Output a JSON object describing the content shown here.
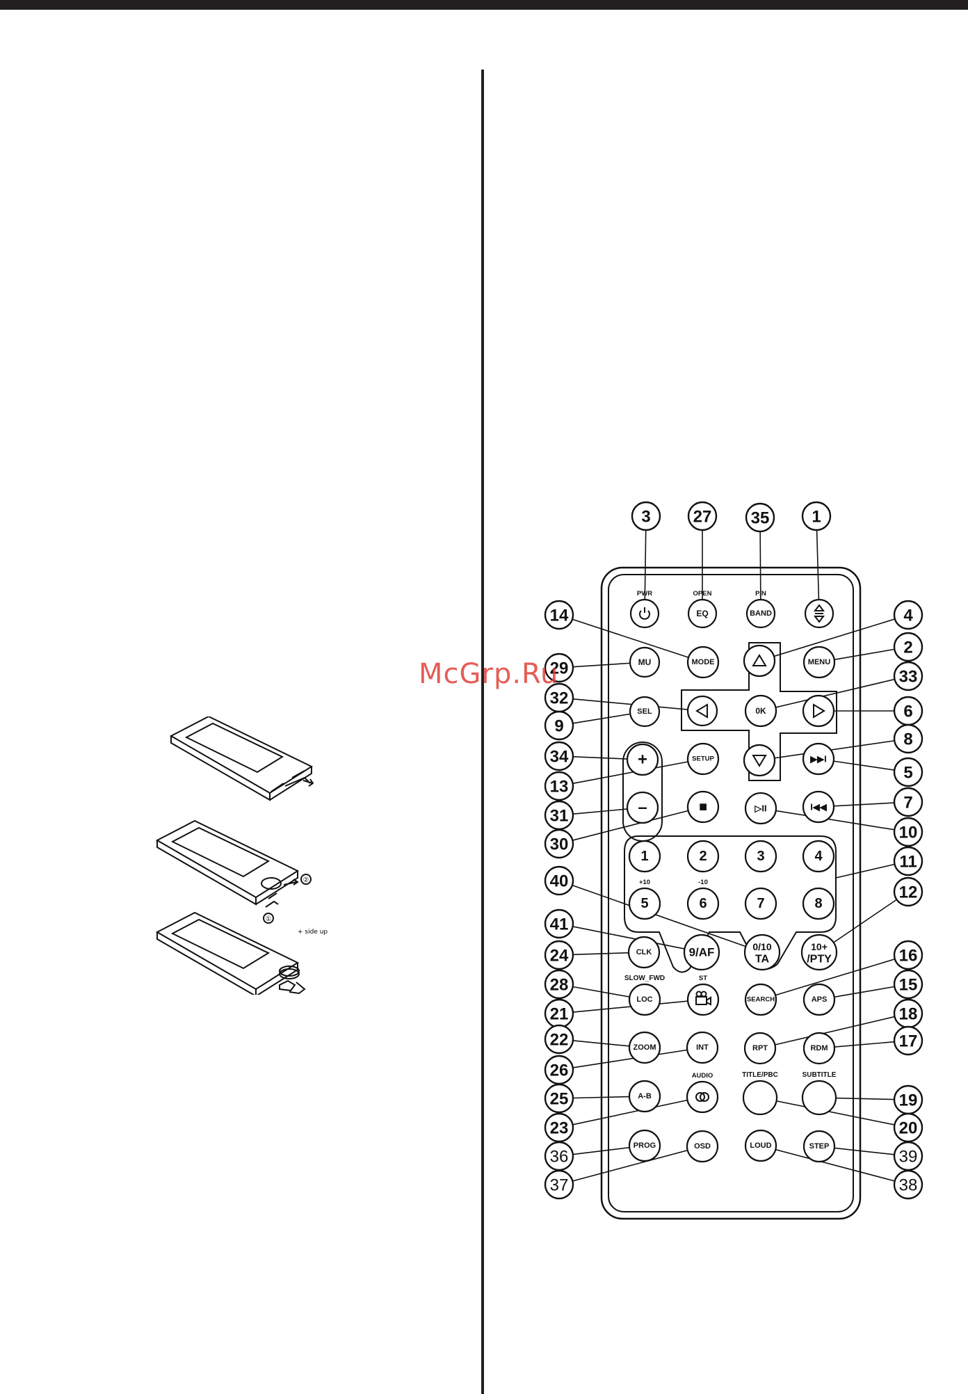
{
  "watermark": "McGrp.Ru",
  "device_note": "+ side up",
  "device_step_marks": [
    "①",
    "②"
  ],
  "remote": {
    "buttons": [
      {
        "id": "pwr",
        "icon": "power-icon",
        "top": "PWR"
      },
      {
        "id": "eq",
        "label": "EQ",
        "top": "OPEN"
      },
      {
        "id": "band",
        "label": "BAND",
        "top": "P/N"
      },
      {
        "id": "eject",
        "icon": "eject-icon"
      },
      {
        "id": "mu",
        "label": "MU"
      },
      {
        "id": "mode",
        "label": "MODE"
      },
      {
        "id": "up",
        "icon": "triangle-up-icon"
      },
      {
        "id": "menu",
        "label": "MENU"
      },
      {
        "id": "sel",
        "label": "SEL"
      },
      {
        "id": "left",
        "icon": "triangle-left-icon"
      },
      {
        "id": "ok",
        "label": "0K"
      },
      {
        "id": "right",
        "icon": "triangle-right-icon"
      },
      {
        "id": "vol-up",
        "label": "+"
      },
      {
        "id": "setup",
        "label": "SETUP"
      },
      {
        "id": "down",
        "icon": "triangle-down-icon"
      },
      {
        "id": "next",
        "label": "▶▶I"
      },
      {
        "id": "vol-down",
        "label": "–"
      },
      {
        "id": "stop",
        "label": "■"
      },
      {
        "id": "play-pause",
        "label": "▷II"
      },
      {
        "id": "prev",
        "label": "I◀◀"
      },
      {
        "id": "num1",
        "label": "1"
      },
      {
        "id": "num2",
        "label": "2"
      },
      {
        "id": "num3",
        "label": "3"
      },
      {
        "id": "num4",
        "label": "4"
      },
      {
        "id": "num5",
        "label": "5",
        "top": "+10"
      },
      {
        "id": "num6",
        "label": "6",
        "top": "-10"
      },
      {
        "id": "num7",
        "label": "7"
      },
      {
        "id": "num8",
        "label": "8"
      },
      {
        "id": "num9af",
        "label": "9/AF"
      },
      {
        "id": "num0ta",
        "label": "0/10",
        "label2": "TA"
      },
      {
        "id": "num10pty",
        "label": "10+",
        "label2": "/PTY"
      },
      {
        "id": "clk",
        "label": "CLK"
      },
      {
        "id": "loc",
        "label": "LOC",
        "top": "SLOW_FWD"
      },
      {
        "id": "st",
        "icon": "camera-icon",
        "top": "ST"
      },
      {
        "id": "search",
        "label": "SEARCH"
      },
      {
        "id": "aps",
        "label": "APS"
      },
      {
        "id": "zoom",
        "label": "ZOOM"
      },
      {
        "id": "int",
        "label": "INT"
      },
      {
        "id": "rpt",
        "label": "RPT"
      },
      {
        "id": "rdm",
        "label": "RDM"
      },
      {
        "id": "ab",
        "label": "A-B"
      },
      {
        "id": "audio",
        "icon": "audio-icon",
        "top": "AUDIO"
      },
      {
        "id": "title",
        "label": "",
        "top": "TITLE/PBC"
      },
      {
        "id": "subtitle",
        "label": "",
        "top": "SUBTITLE"
      },
      {
        "id": "prog",
        "label": "PROG"
      },
      {
        "id": "osd",
        "label": "OSD"
      },
      {
        "id": "loud",
        "label": "LOUD"
      },
      {
        "id": "step",
        "label": "STEP"
      }
    ],
    "callouts": [
      {
        "n": "3",
        "to": "pwr"
      },
      {
        "n": "27",
        "to": "eq"
      },
      {
        "n": "35",
        "to": "band"
      },
      {
        "n": "1",
        "to": "eject"
      },
      {
        "n": "14",
        "to": "mode"
      },
      {
        "n": "4",
        "to": "up"
      },
      {
        "n": "29",
        "to": "mu"
      },
      {
        "n": "2",
        "to": "menu"
      },
      {
        "n": "33",
        "to": "ok"
      },
      {
        "n": "32",
        "to": "left"
      },
      {
        "n": "9",
        "to": "sel"
      },
      {
        "n": "6",
        "to": "right"
      },
      {
        "n": "8",
        "to": "down"
      },
      {
        "n": "34",
        "to": "vol-up"
      },
      {
        "n": "5",
        "to": "next"
      },
      {
        "n": "13",
        "to": "setup"
      },
      {
        "n": "7",
        "to": "prev"
      },
      {
        "n": "31",
        "to": "vol-down"
      },
      {
        "n": "10",
        "to": "play-pause"
      },
      {
        "n": "30",
        "to": "stop"
      },
      {
        "n": "11",
        "to": "num-group"
      },
      {
        "n": "40",
        "to": "num0ta"
      },
      {
        "n": "12",
        "to": "num10pty"
      },
      {
        "n": "41",
        "to": "num9af"
      },
      {
        "n": "24",
        "to": "clk"
      },
      {
        "n": "16",
        "to": "search"
      },
      {
        "n": "28",
        "to": "loc"
      },
      {
        "n": "15",
        "to": "aps"
      },
      {
        "n": "21",
        "to": "st"
      },
      {
        "n": "18",
        "to": "rpt"
      },
      {
        "n": "22",
        "to": "zoom"
      },
      {
        "n": "17",
        "to": "rdm"
      },
      {
        "n": "26",
        "to": "int"
      },
      {
        "n": "25",
        "to": "ab"
      },
      {
        "n": "19",
        "to": "subtitle"
      },
      {
        "n": "23",
        "to": "audio"
      },
      {
        "n": "20",
        "to": "title"
      },
      {
        "n": "36",
        "to": "prog"
      },
      {
        "n": "39",
        "to": "step"
      },
      {
        "n": "37",
        "to": "osd"
      },
      {
        "n": "38",
        "to": "loud"
      }
    ]
  }
}
